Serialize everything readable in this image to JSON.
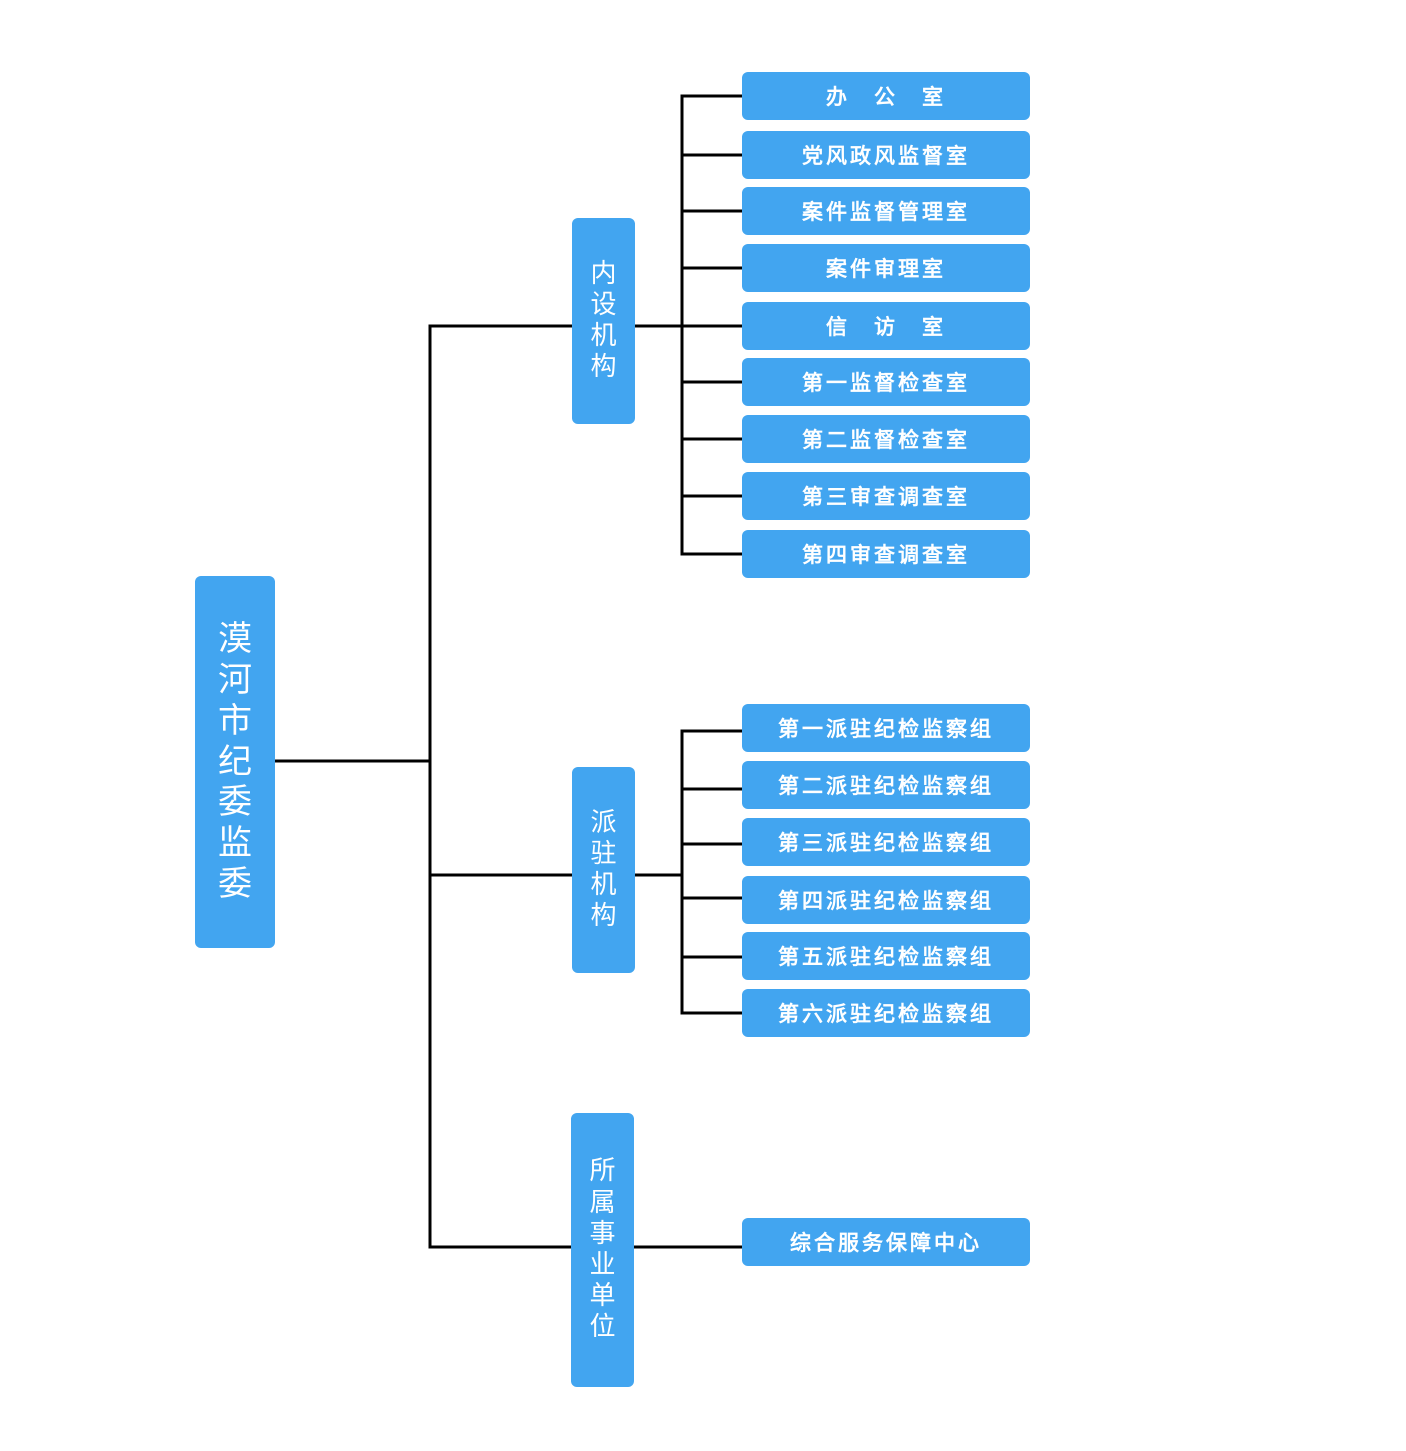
{
  "colors": {
    "box_fill": "#42a5f0",
    "box_text": "#ffffff",
    "connector": "#000000"
  },
  "root": {
    "label": "漠河市纪委监委"
  },
  "groups": [
    {
      "label": "内设机构",
      "children": [
        "办　公　室",
        "党风政风监督室",
        "案件监督管理室",
        "案件审理室",
        "信　访　室",
        "第一监督检查室",
        "第二监督检查室",
        "第三审查调查室",
        "第四审查调查室"
      ]
    },
    {
      "label": "派驻机构",
      "children": [
        "第一派驻纪检监察组",
        "第二派驻纪检监察组",
        "第三派驻纪检监察组",
        "第四派驻纪检监察组",
        "第五派驻纪检监察组",
        "第六派驻纪检监察组"
      ]
    },
    {
      "label": "所属事业单位",
      "children": [
        "综合服务保障中心"
      ]
    }
  ]
}
